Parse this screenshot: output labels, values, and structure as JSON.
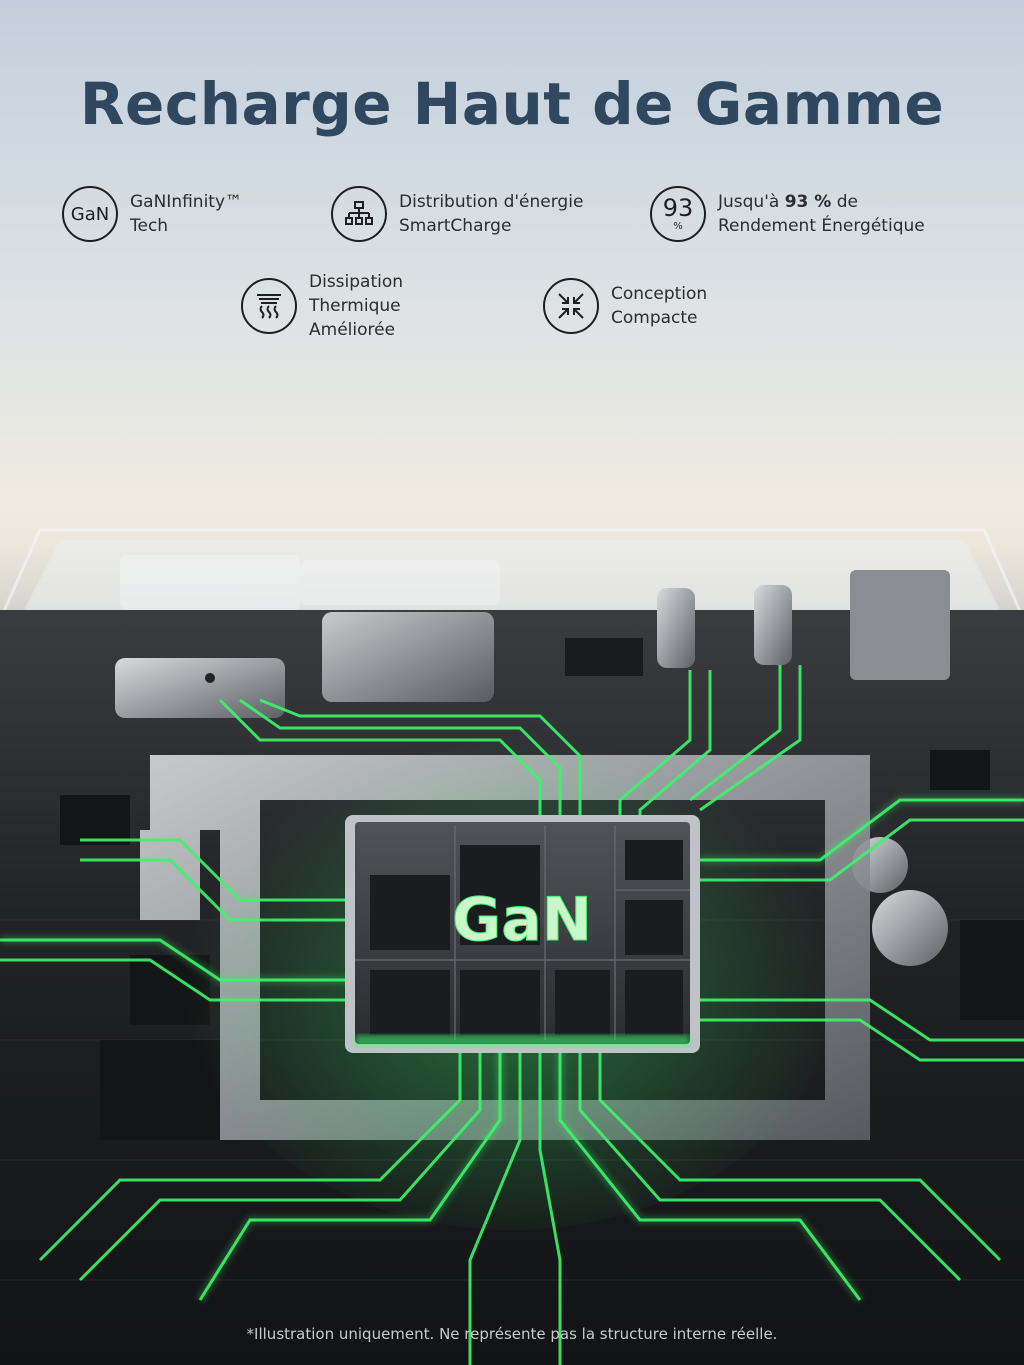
{
  "title": "Recharge Haut de Gamme",
  "features": [
    {
      "icon": "gan-icon",
      "badge": "GaN",
      "line1": "GaNInfinity™",
      "line2": "Tech"
    },
    {
      "icon": "power-distribution-icon",
      "line1": "Distribution d'énergie",
      "line2": "SmartCharge"
    },
    {
      "icon": "efficiency-93-icon",
      "badge": "93",
      "badge_sub": "%",
      "line1_pre": "Jusqu'à ",
      "line1_bold": "93 %",
      "line1_post": " de",
      "line2": "Rendement Énergétique"
    },
    {
      "icon": "heat-dissipation-icon",
      "line1": "Dissipation",
      "line2": "Thermique",
      "line3": "Améliorée"
    },
    {
      "icon": "compact-design-icon",
      "line1": "Conception",
      "line2": "Compacte"
    }
  ],
  "chip_label": "GaN",
  "footnote": "*Illustration uniquement. Ne représente pas la structure interne réelle.",
  "colors": {
    "title": "#2f4860",
    "trace": "#3cf56b",
    "board": "#1c1d20"
  }
}
